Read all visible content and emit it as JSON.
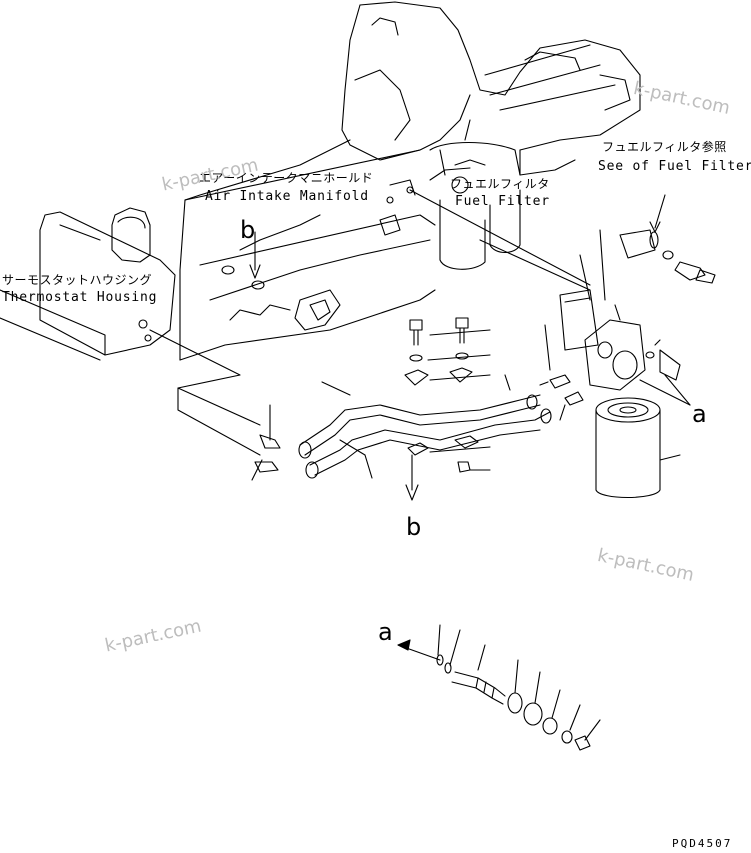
{
  "labels": {
    "air_intake_jp": "エアーインテークマニホールド",
    "air_intake_en": "Air Intake Manifold",
    "fuel_filter_jp": "フュエルフィルタ",
    "fuel_filter_en": "Fuel Filter",
    "fuel_filter_ref_jp": "フュエルフィルタ参照",
    "fuel_filter_ref_en": "See of Fuel Filter",
    "thermostat_jp": "サーモスタットハウジング",
    "thermostat_en": "Thermostat Housing",
    "callout_a": "a",
    "callout_b": "b"
  },
  "watermark": "k-part.com",
  "drawing_code": "PQD4507",
  "colors": {
    "line": "#000000",
    "watermark": "#bdbdbd",
    "background": "#ffffff"
  }
}
